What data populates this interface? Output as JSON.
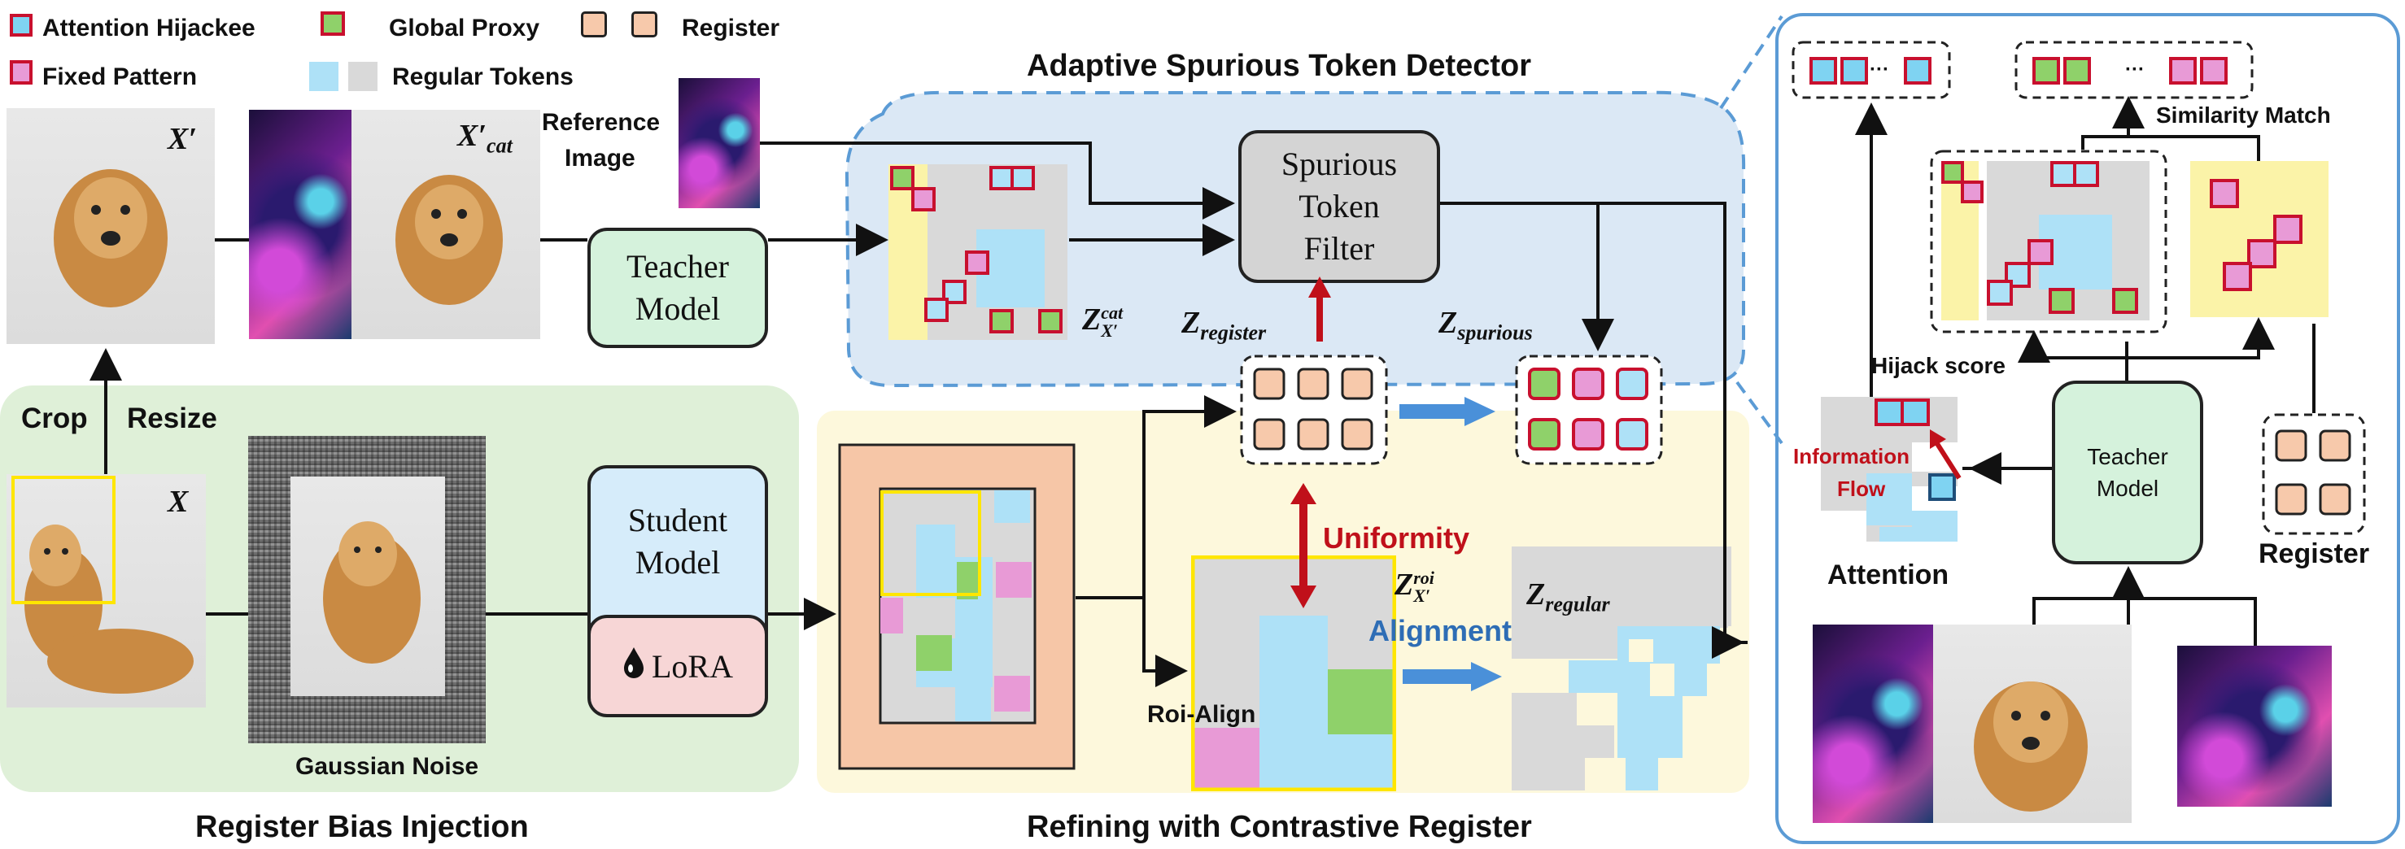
{
  "legend": {
    "attention_hijackee": "Attention Hijackee",
    "global_proxy": "Global  Proxy",
    "register": "Register",
    "fixed_pattern": "Fixed Pattern",
    "regular_tokens": "Regular Tokens"
  },
  "left": {
    "x_prime": "X′",
    "x_cat": "X′cat",
    "reference_image": [
      "Reference",
      "Image"
    ],
    "crop": "Crop",
    "resize": "Resize",
    "x": "X",
    "gaussian_noise": "Gaussian Noise",
    "section_title": "Register Bias Injection"
  },
  "models": {
    "teacher": [
      "Teacher",
      "Model"
    ],
    "student": [
      "Student",
      "Model"
    ],
    "lora": "LoRA"
  },
  "detector": {
    "title": "Adaptive Spurious Token Detector",
    "filter": [
      "Spurious",
      "Token",
      "Filter"
    ],
    "z_cat": "Z",
    "z_cat_sup": "cat",
    "z_cat_sub": "X′",
    "z_register": "Z",
    "z_register_sub": "register",
    "z_spurious": "Z",
    "z_spurious_sub": "spurious"
  },
  "refine": {
    "title": "Refining with Contrastive Register",
    "uniformity": "Uniformity",
    "alignment": "Alignment",
    "roi_align": "Roi-Align",
    "z_roi": "Z",
    "z_roi_sup": "roi",
    "z_roi_sub": "X′",
    "z_regular": "Z",
    "z_regular_sub": "regular"
  },
  "right_panel": {
    "ellipsis": "···",
    "similarity_match": "Similarity Match",
    "hijack_score": "Hijack score",
    "information_flow": [
      "Information",
      "Flow"
    ],
    "attention": "Attention",
    "teacher": [
      "Teacher",
      "Model"
    ],
    "register": "Register"
  },
  "colors": {
    "attention_hijackee": "#7fd3f2",
    "global_proxy": "#8fd16a",
    "register": "#f7c9ab",
    "fixed_pattern": "#e89ad6",
    "regular_light": "#aee1f7",
    "regular_gray": "#d9d9d9",
    "token_border": "#c8102e",
    "detector_bg": "#dbe8f5",
    "refine_bg": "#fdf8dc",
    "injection_bg": "#dff0d8",
    "teacher_fill": "#d5f2dc",
    "student_fill": "#d6ecfa",
    "lora_fill": "#f7d6d6",
    "filter_fill": "#d4d4d4",
    "accent_blue": "#4a90d9",
    "accent_red": "#c0101a",
    "panel_border": "#5b9bd5"
  }
}
